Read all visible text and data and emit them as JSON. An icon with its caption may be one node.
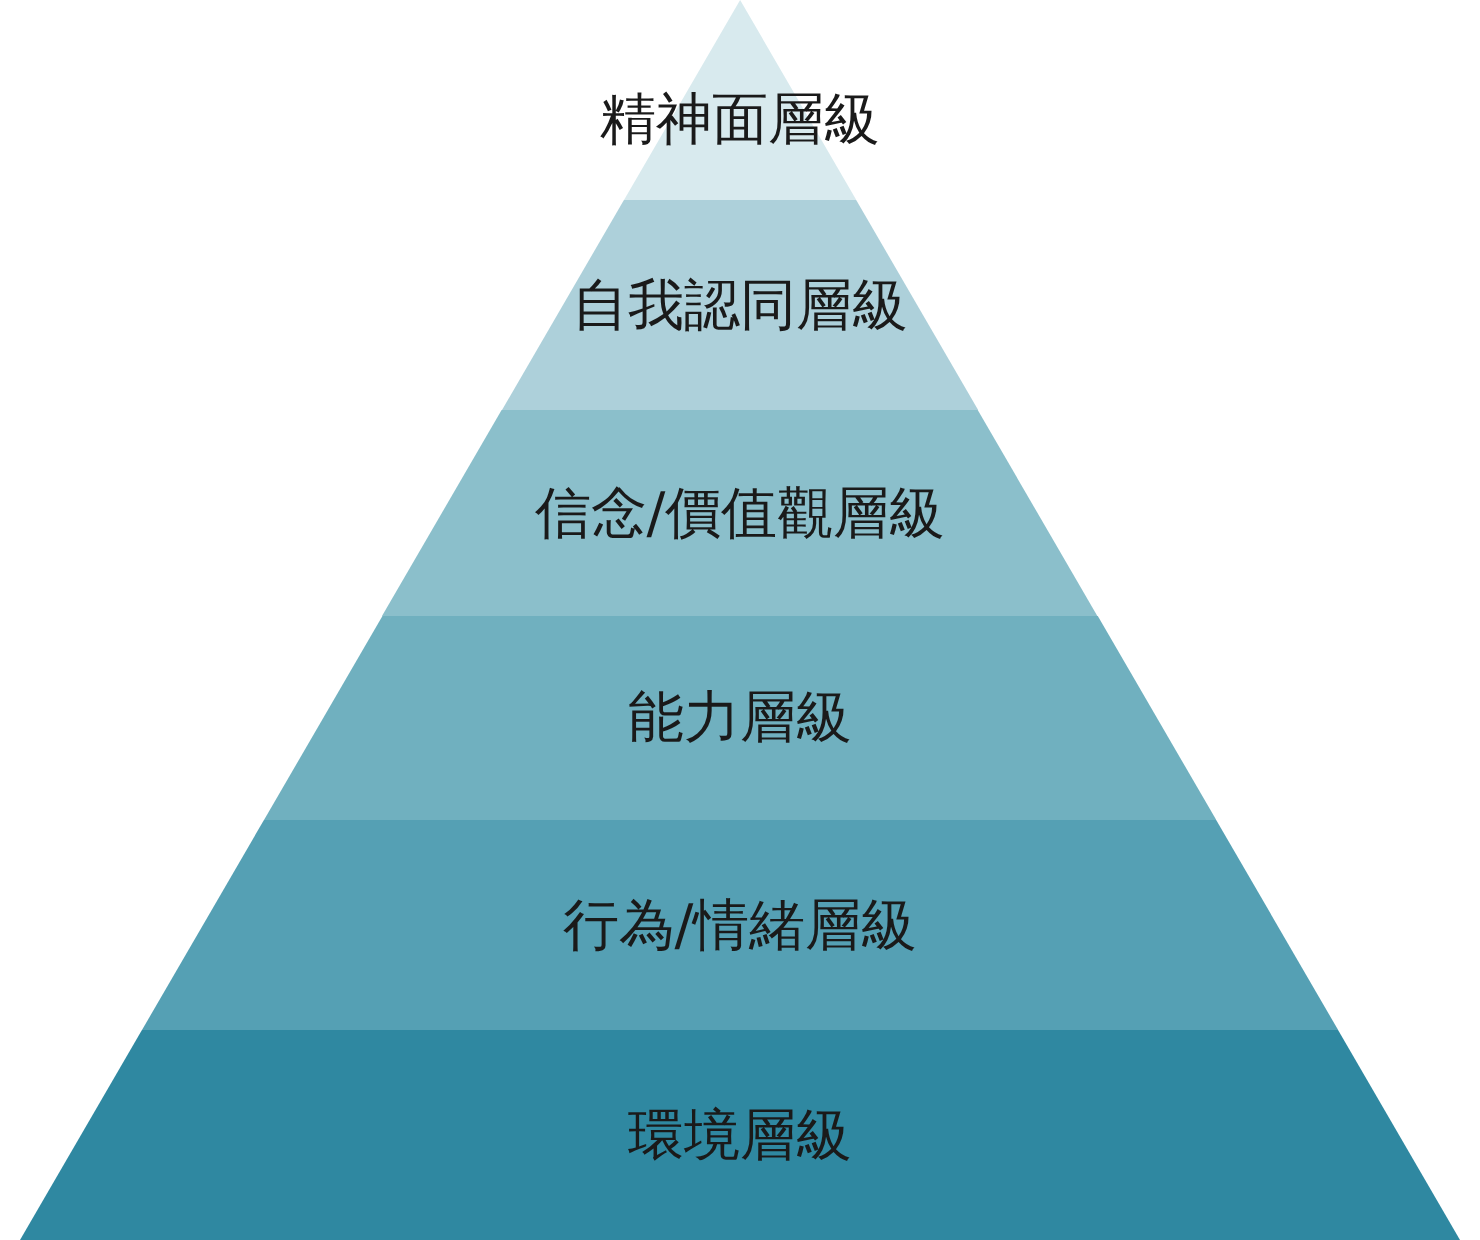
{
  "diagram": {
    "nodes": [
      {
        "text": [
          "精神面層級"
        ]
      },
      {
        "text": [
          "自我認同層級"
        ]
      },
      {
        "text": [
          "信念/價值觀層級"
        ]
      },
      {
        "text": [
          "能力層級"
        ]
      },
      {
        "text": [
          "行為/情緒層級"
        ]
      },
      {
        "text": [
          "環境層級"
        ]
      }
    ]
  }
}
